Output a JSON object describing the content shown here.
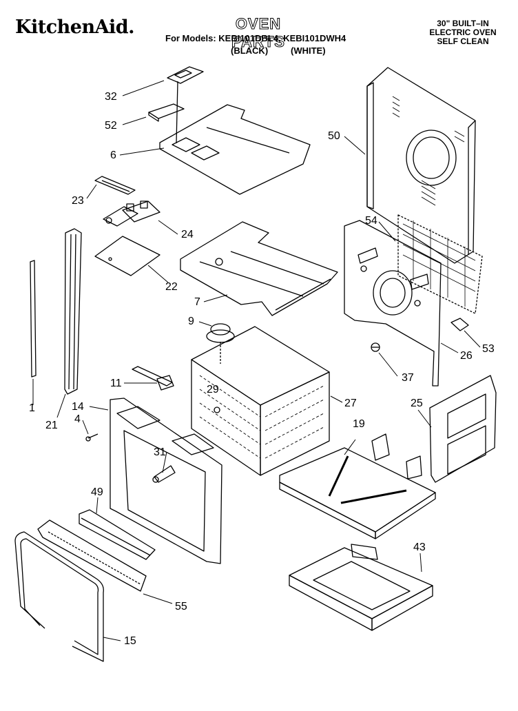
{
  "header": {
    "brand": "KitchenAid.",
    "title": "OVEN PARTS",
    "models_line": "For Models: KEBI101DBL4, KEBI101DWH4",
    "color_black": "(BLACK)",
    "color_white": "(WHITE)",
    "spec_line1": "30\" BUILT–IN",
    "spec_line2": "ELECTRIC OVEN",
    "spec_line3": "SELF CLEAN"
  },
  "part_labels": [
    "32",
    "52",
    "6",
    "50",
    "23",
    "24",
    "54",
    "22",
    "7",
    "9",
    "53",
    "26",
    "11",
    "29",
    "27",
    "37",
    "14",
    "4",
    "21",
    "1",
    "25",
    "19",
    "31",
    "49",
    "43",
    "55",
    "15"
  ]
}
